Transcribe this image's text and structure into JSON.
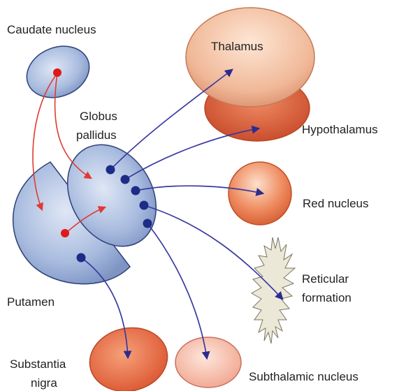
{
  "labels": {
    "caudate": "Caudate nucleus",
    "thalamus": "Thalamus",
    "globus_line1": "Globus",
    "globus_line2": "pallidus",
    "hypothalamus": "Hypothalamus",
    "red_nucleus": "Red nucleus",
    "reticular_line1": "Reticular",
    "reticular_line2": "formation",
    "putamen": "Putamen",
    "substantia_line1": "Substantia",
    "substantia_line2": "nigra",
    "subthalamic": "Subthalamic nucleus"
  },
  "colors": {
    "blue_structure": "#9bb0d8",
    "blue_outline": "#2e3f78",
    "thalamus_fill": "#f0b898",
    "hypothalamus_fill": "#d8603c",
    "red_nucleus_fill": "#e9774c",
    "substantia_fill": "#e86a3a",
    "subthalamic_fill": "#f6b8a2",
    "reticular_fill": "#ece8d8",
    "red_arrow": "#e03a30",
    "blue_arrow": "#3a3aa0",
    "blue_dot": "#1d2c86",
    "red_dot": "#e01818"
  }
}
